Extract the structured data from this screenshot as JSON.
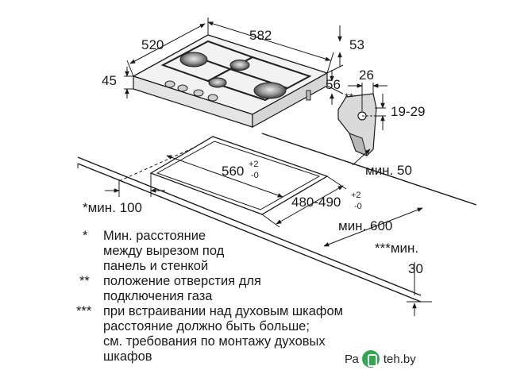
{
  "hob": {
    "width": "582",
    "depth": "520",
    "height": "45",
    "back_offset": "53",
    "side_offset": "56"
  },
  "bracket": {
    "width": "26",
    "marker": "**",
    "range": "19-29"
  },
  "cutout": {
    "width_base": "560",
    "width_tol_upper": "+2",
    "width_tol_lower": "-0",
    "depth_base": "480-490",
    "depth_tol_upper": "+2",
    "depth_tol_lower": "-0",
    "min_back": "мин. 50",
    "min_side": "*мин. 100",
    "min_front": "мин. 600",
    "min_below_label": "***мин.",
    "min_below_value": "30"
  },
  "notes": [
    {
      "marker": "*",
      "lines": [
        "Мин. расстояние",
        "между вырезом под",
        "панель и стенкой"
      ]
    },
    {
      "marker": "**",
      "lines": [
        "положение отверстия для",
        "подключения газа"
      ]
    },
    {
      "marker": "***",
      "lines": [
        "при встраивании над духовым шкафом",
        "расстояние должно быть больше;",
        "см. требования по монтажу духовых",
        "шкафов"
      ]
    }
  ],
  "watermark": {
    "partial_text": "Ра",
    "site": "teh.by"
  }
}
